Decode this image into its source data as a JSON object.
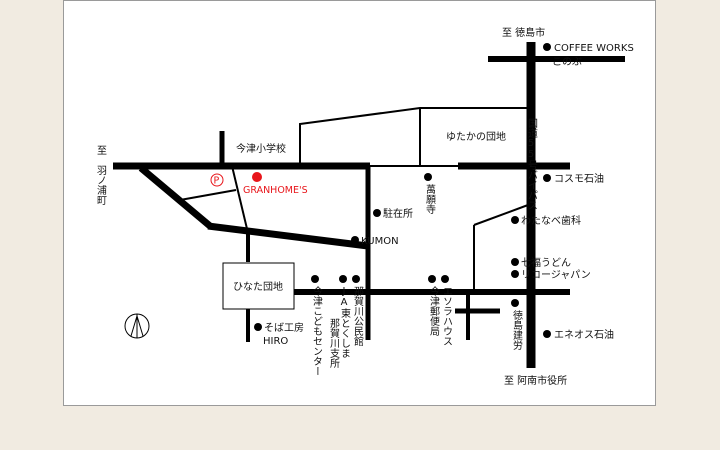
{
  "map": {
    "directions": {
      "tokushima_city": "至 徳島市",
      "hanoura_town": "至　羽ノ浦町",
      "anan_city_hall": "至 阿南市役所"
    },
    "route_label": "国道55号バイパス",
    "parking_symbol": "P",
    "destination": "GRANHOME'S",
    "landmarks": {
      "coffee_works": "COFFEE WORKS",
      "konobu": "このぶ",
      "imazu_elementary": "今津小学校",
      "yutaka_danchi": "ゆたかの団地",
      "cosmo_oil": "コスモ石油",
      "manganji": "萬願寺",
      "parking_lot": "駐在所",
      "watanabe_dental": "わたなべ歯科",
      "kumon": "KUMON",
      "shichifuku_udon": "七福うどん",
      "ricoh_japan": "リコージャパン",
      "hinata_danchi": "ひなた団地",
      "imazu_kodomo_center": "今津こどもセンター",
      "ja_higashi_tokushima": "JA東とくしま",
      "naka_gawa_branch": "那賀川支所",
      "naka_gawa_hall": "那賀川公民館",
      "imazu_post_office": "今津郵便局",
      "s_house": "エソラハウス",
      "tokushima_kenro": "徳島建労",
      "eneos": "エネオス石油",
      "soba_kobo": "そば工房",
      "hiro": "HIRO"
    },
    "colors": {
      "road": "#000000",
      "destination": "#e8161b",
      "background": "#f1ebe1"
    }
  }
}
